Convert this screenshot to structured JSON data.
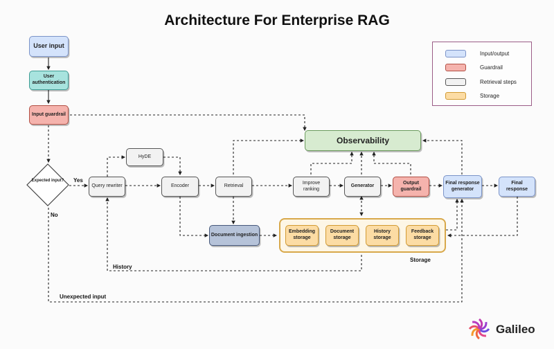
{
  "title": "Architecture For Enterprise RAG",
  "nodes": {
    "user_input": "User input",
    "user_auth": "User authentication",
    "input_guardrail": "Input guardrail",
    "expected_input": "Expected input?",
    "query_rewriter": "Query rewriter",
    "hyde": "HyDE",
    "encoder": "Encoder",
    "retrieval": "Retrieval",
    "document_ingestion": "Document ingestion",
    "improve_ranking": "Improve ranking",
    "generator": "Generator",
    "output_guardrail": "Output guardrail",
    "final_response_generator": "Final response generator",
    "final_response": "Final response",
    "observability": "Observability",
    "embedding_storage": "Embedding storage",
    "document_storage": "Document storage",
    "history_storage": "History storage",
    "feedback_storage": "Feedback storage"
  },
  "labels": {
    "yes": "Yes",
    "no": "No",
    "history": "History",
    "unexpected_input": "Unexpected input",
    "storage": "Storage"
  },
  "legend": [
    {
      "label": "Input/output",
      "color": "#d4e3fb"
    },
    {
      "label": "Guardrail",
      "color": "#f5b3ad"
    },
    {
      "label": "Retrieval steps",
      "color": "#f2f2f2"
    },
    {
      "label": "Storage",
      "color": "#fcdca4"
    }
  ],
  "brand": {
    "name": "Galileo",
    "icon": "galileo-logo-icon"
  }
}
